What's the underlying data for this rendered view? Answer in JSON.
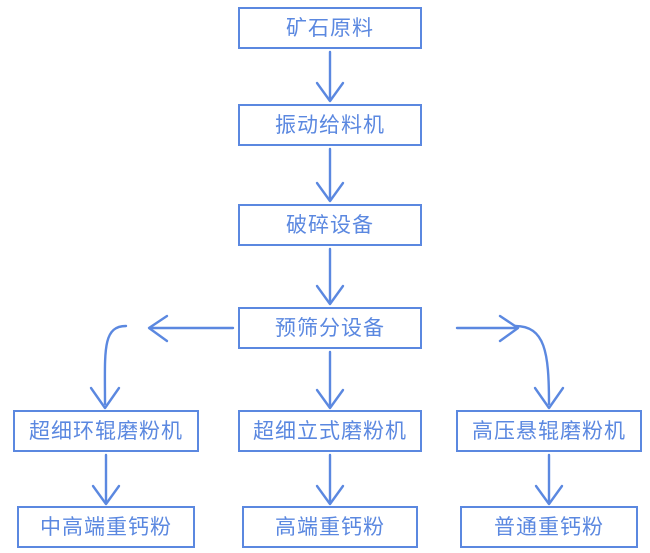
{
  "diagram": {
    "title_present": false,
    "colors": {
      "border": "#5B88E0",
      "text": "#5B88E0",
      "arrow": "#5B88E0",
      "background": "#FFFFFF"
    },
    "nodes": {
      "ore": "矿石原料",
      "feeder": "振动给料机",
      "crusher": "破碎设备",
      "screen": "预筛分设备",
      "mill_left": "超细环辊磨粉机",
      "mill_center": "超细立式磨粉机",
      "mill_right": "高压悬辊磨粉机",
      "product_left": "中高端重钙粉",
      "product_center": "高端重钙粉",
      "product_right": "普通重钙粉"
    },
    "connectors": [
      {
        "id": "ore-to-feeder",
        "type": "straight-down-arrow"
      },
      {
        "id": "feeder-to-crusher",
        "type": "straight-down-arrow"
      },
      {
        "id": "crusher-to-screen",
        "type": "straight-down-arrow"
      },
      {
        "id": "screen-to-mill-center",
        "type": "straight-down-arrow"
      },
      {
        "id": "screen-to-left-arrow",
        "type": "straight-left-arrow"
      },
      {
        "id": "left-curve-to-mill-left",
        "type": "curve-down-arrow"
      },
      {
        "id": "screen-to-right-arrow",
        "type": "straight-right-arrow"
      },
      {
        "id": "right-curve-to-mill-right",
        "type": "curve-down-arrow"
      },
      {
        "id": "mill-left-to-product",
        "type": "straight-down-arrow"
      },
      {
        "id": "mill-center-to-product",
        "type": "straight-down-arrow"
      },
      {
        "id": "mill-right-to-product",
        "type": "straight-down-arrow"
      }
    ]
  }
}
